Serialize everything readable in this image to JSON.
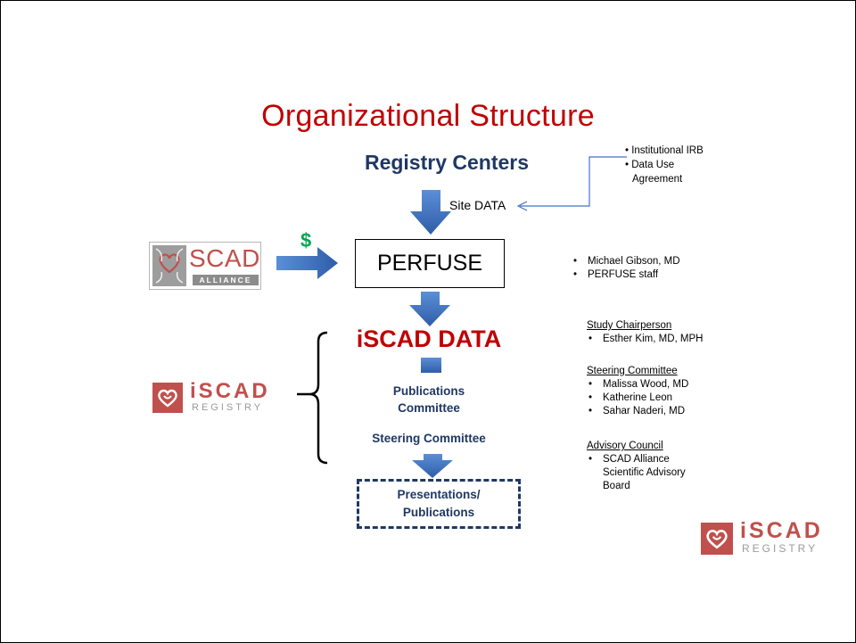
{
  "title": "Organizational Structure",
  "registry_centers": "Registry Centers",
  "site_data_label": "Site DATA",
  "irb_items": [
    "• Institutional IRB",
    "• Data Use",
    "Agreement"
  ],
  "funding_symbol": "$",
  "perfuse_label": "PERFUSE",
  "perfuse_people": [
    "Michael Gibson, MD",
    "PERFUSE staff"
  ],
  "iscad_data_label": "iSCAD DATA",
  "publications_committee": [
    "Publications",
    "Committee"
  ],
  "steering_committee_label": "Steering Committee",
  "presentations": [
    "Presentations/",
    "Publications"
  ],
  "study_chairperson": {
    "heading": "Study Chairperson",
    "members": [
      "Esther Kim, MD, MPH"
    ]
  },
  "steering_committee": {
    "heading": "Steering Committee",
    "members": [
      "Malissa Wood, MD",
      "Katherine Leon",
      "Sahar Naderi, MD"
    ]
  },
  "advisory_council": {
    "heading": "Advisory Council",
    "members": [
      "SCAD Alliance",
      "Scientific Advisory",
      "Board"
    ]
  },
  "logos": {
    "scad_alliance": {
      "word": "SCAD",
      "sub": "ALLIANCE"
    },
    "iscad_registry": {
      "word": "iSCAD",
      "sub": "REGISTRY"
    }
  },
  "colors": {
    "title": "#c00000",
    "navy": "#1f3864",
    "arrow": "#4472c4",
    "dollar": "#00a651",
    "logo_red": "#c0504d"
  }
}
